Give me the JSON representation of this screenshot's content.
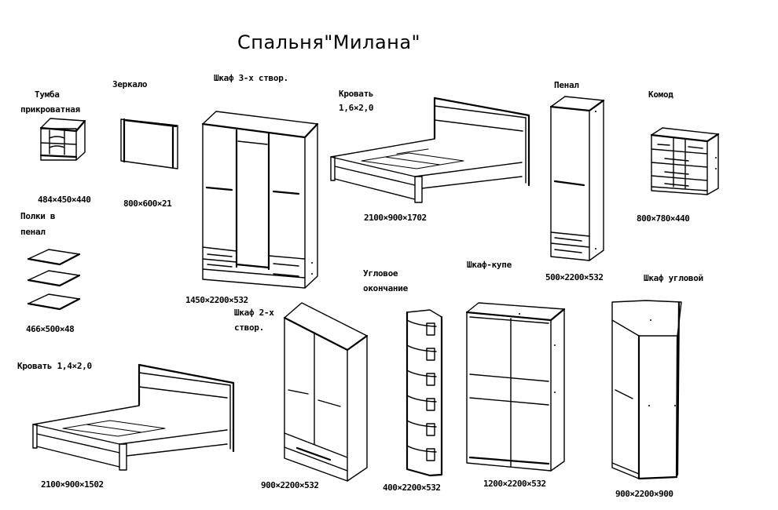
{
  "title": "Спальня\"Милана\"",
  "items": [
    {
      "id": "tumba",
      "name_lines": [
        "Тумба",
        "прикроватная"
      ],
      "dimensions": "484×450×440"
    },
    {
      "id": "zerkalo",
      "name_lines": [
        "Зеркало"
      ],
      "dimensions": "800×600×21"
    },
    {
      "id": "shkaf-3",
      "name_lines": [
        "Шкаф 3-х створ."
      ],
      "dimensions": "1450×2200×532"
    },
    {
      "id": "krovat-16",
      "name_lines": [
        "Кровать",
        "1,6×2,0"
      ],
      "dimensions": "2100×900×1702"
    },
    {
      "id": "penal",
      "name_lines": [
        "Пенал"
      ],
      "dimensions": "500×2200×532"
    },
    {
      "id": "komod",
      "name_lines": [
        "Комод"
      ],
      "dimensions": "800×780×440"
    },
    {
      "id": "polki",
      "name_lines": [
        "Полки в",
        "пенал"
      ],
      "dimensions": "466×500×48"
    },
    {
      "id": "krovat-14",
      "name_lines": [
        "Кровать 1,4×2,0"
      ],
      "dimensions": "2100×900×1502"
    },
    {
      "id": "shkaf-2",
      "name_lines": [
        "Шкаф 2-х",
        "створ."
      ],
      "dimensions": "900×2200×532"
    },
    {
      "id": "uglovoe",
      "name_lines": [
        "Угловое",
        "окончание"
      ],
      "dimensions": "400×2200×532"
    },
    {
      "id": "kupe",
      "name_lines": [
        "Шкаф-купе"
      ],
      "dimensions": "1200×2200×532"
    },
    {
      "id": "uglovoy",
      "name_lines": [
        "Шкаф угловой"
      ],
      "dimensions": "900×2200×900"
    }
  ]
}
